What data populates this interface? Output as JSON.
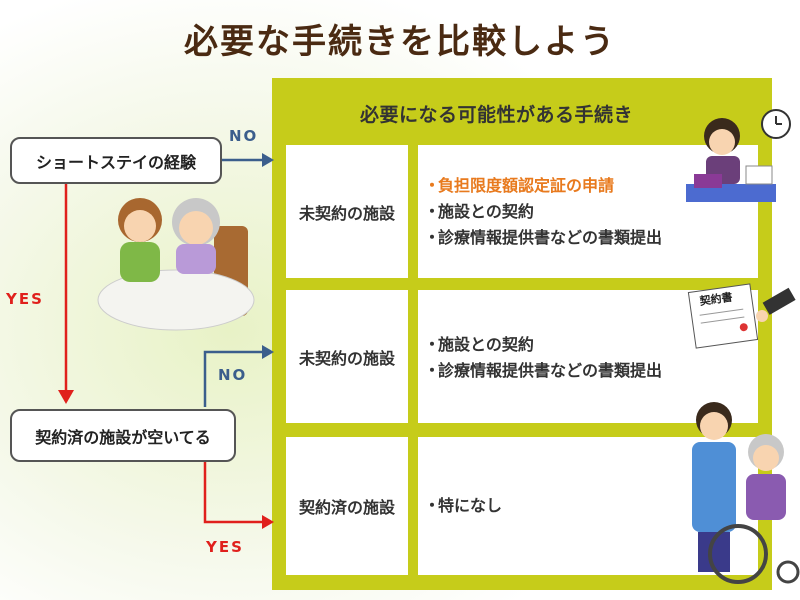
{
  "title": "必要な手続きを比較しよう",
  "panel": {
    "header": "必要になる可能性がある手続き",
    "rows": [
      {
        "label": "未契約の施設",
        "items": [
          {
            "text": "負担限度額認定証の申請",
            "highlight": true
          },
          {
            "text": "施設との契約",
            "highlight": false
          },
          {
            "text": "診療情報提供書などの書類提出",
            "highlight": false
          }
        ]
      },
      {
        "label": "未契約の施設",
        "items": [
          {
            "text": "施設との契約",
            "highlight": false
          },
          {
            "text": "診療情報提供書などの書類提出",
            "highlight": false
          }
        ]
      },
      {
        "label": "契約済の施設",
        "items": [
          {
            "text": "特になし",
            "highlight": false
          }
        ]
      }
    ]
  },
  "flow": {
    "box1": "ショートステイの経験",
    "box2": "契約済の施設が空いてる",
    "no1": "NO",
    "yes1": "YES",
    "no2": "NO",
    "yes2": "YES"
  },
  "bullet": "・",
  "colors": {
    "title": "#4a2a12",
    "panel": "#c6cc1a",
    "highlight": "#e87a1e",
    "yes": "#e0201c",
    "no": "#3b5e8c"
  },
  "icons": [
    "caregiver-elder-illustration",
    "office-worker-illustration",
    "contract-document-illustration",
    "wheelchair-illustration"
  ],
  "contract_doc_title": "契約書"
}
